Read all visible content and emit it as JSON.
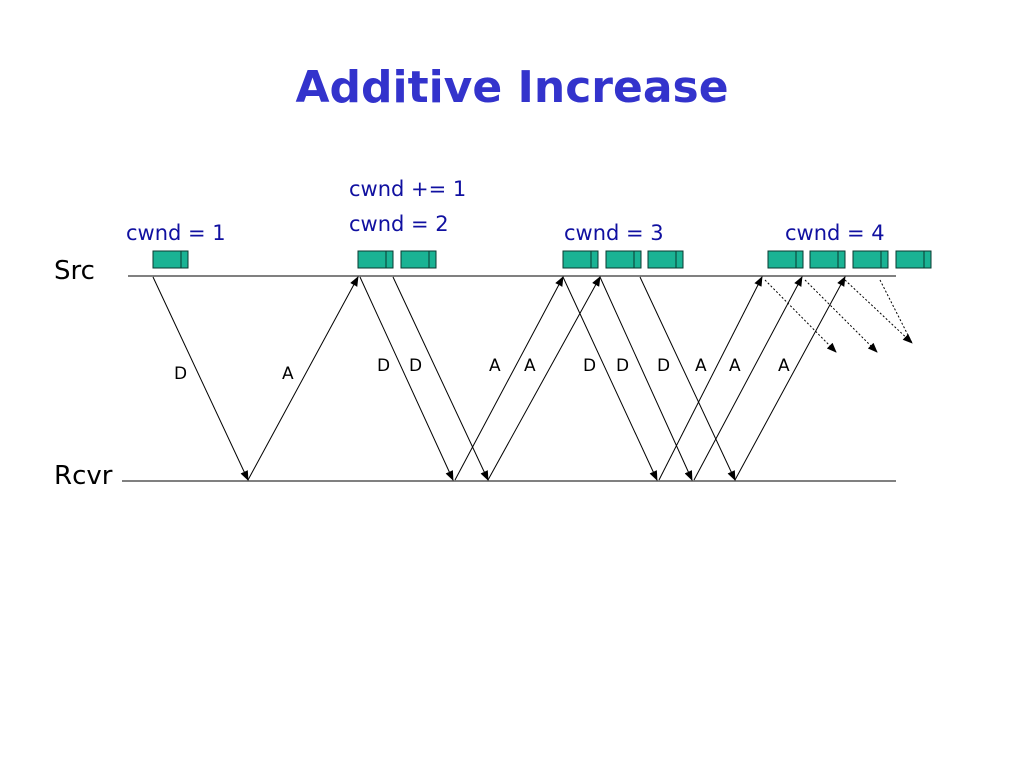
{
  "slide": {
    "title": "Additive Increase"
  },
  "hosts": {
    "sender": "Src",
    "receiver": "Rcvr"
  },
  "cwnd_labels": [
    {
      "id": "cwnd-1",
      "text": "cwnd = 1"
    },
    {
      "id": "cwnd-inc",
      "text": "cwnd += 1"
    },
    {
      "id": "cwnd-2",
      "text": "cwnd = 2"
    },
    {
      "id": "cwnd-3",
      "text": "cwnd = 3"
    },
    {
      "id": "cwnd-4",
      "text": "cwnd = 4"
    }
  ],
  "arrow_labels": {
    "data": "D",
    "ack": "A"
  },
  "round_trips": [
    {
      "cwnd": 1,
      "packets": 1
    },
    {
      "cwnd": 2,
      "packets": 2
    },
    {
      "cwnd": 3,
      "packets": 3
    },
    {
      "cwnd": 4,
      "packets": 4
    }
  ],
  "colors": {
    "title": "#3333cc",
    "cwnd_text": "#1010a0",
    "packet_fill": "#1ab394",
    "packet_stroke": "#0a3a30",
    "line": "#000000"
  }
}
